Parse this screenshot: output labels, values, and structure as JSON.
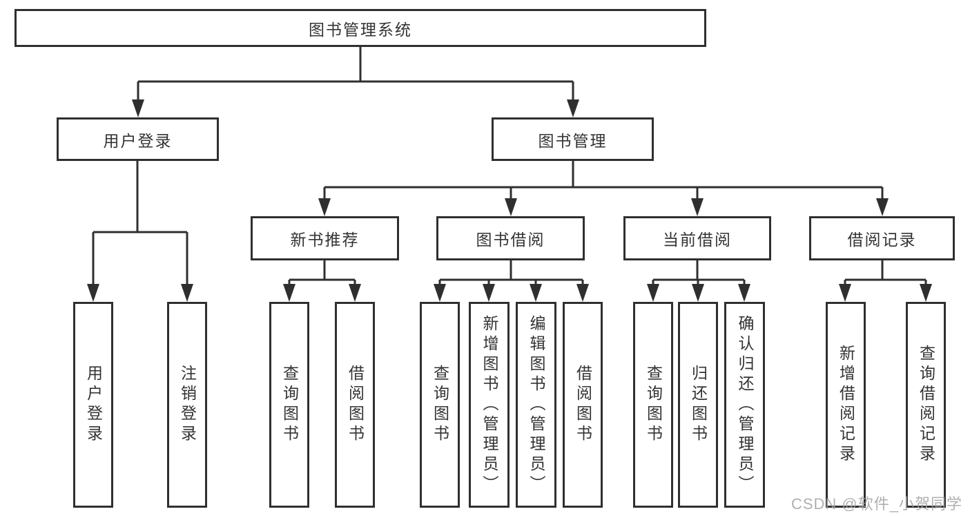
{
  "diagram_title": "图书管理系统",
  "nodes": {
    "root": {
      "label": "图书管理系统"
    },
    "user_login": {
      "label": "用户登录"
    },
    "book_mgmt": {
      "label": "图书管理"
    },
    "new_book_rec": {
      "label": "新书推荐"
    },
    "book_borrow": {
      "label": "图书借阅"
    },
    "current_borrow": {
      "label": "当前借阅"
    },
    "borrow_record": {
      "label": "借阅记录"
    },
    "leaves": {
      "login": {
        "label": "用户登录"
      },
      "logout": {
        "label": "注销登录"
      },
      "nb_query": {
        "label": "查询图书"
      },
      "nb_borrow": {
        "label": "借阅图书"
      },
      "bb_query": {
        "label": "查询图书"
      },
      "bb_add": {
        "label": "新增图书（管理员）"
      },
      "bb_edit": {
        "label": "编辑图书（管理员）"
      },
      "bb_borrow": {
        "label": "借阅图书"
      },
      "cb_query": {
        "label": "查询图书"
      },
      "cb_return": {
        "label": "归还图书"
      },
      "cb_confirm": {
        "label": "确认归还（管理员）"
      },
      "br_add": {
        "label": "新增借阅记录"
      },
      "br_query": {
        "label": "查询借阅记录"
      }
    }
  },
  "watermark": {
    "text": "CSDN @软件_小贺同学"
  },
  "colors": {
    "line": "#2f2f2f",
    "box_border": "#2f2f2f",
    "box_fill": "#ffffff",
    "text": "#333333",
    "watermark": "#a3a3a3",
    "background": "#ffffff"
  }
}
